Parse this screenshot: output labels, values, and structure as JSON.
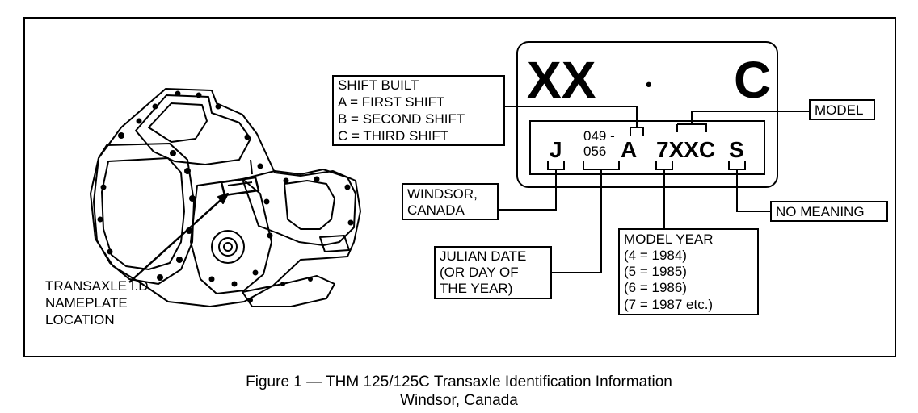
{
  "plate": {
    "top_left": "XX",
    "top_dot": "•",
    "top_right": "C",
    "code_plant": "J",
    "code_julian_top": "049 -",
    "code_julian_bottom": "056",
    "code_shift": "A",
    "code_model": "7XXC",
    "code_last": "S"
  },
  "labels": {
    "shift_built": [
      "SHIFT BUILT",
      "A  =  FIRST SHIFT",
      "B  =  SECOND SHIFT",
      "C  =  THIRD SHIFT"
    ],
    "model": "MODEL",
    "plant": [
      "WINDSOR,",
      "CANADA"
    ],
    "no_meaning": "NO MEANING",
    "julian": [
      "JULIAN DATE",
      "(OR DAY OF",
      "THE YEAR)"
    ],
    "model_year": [
      "MODEL YEAR",
      "(4  =  1984)",
      "(5  =  1985)",
      "(6  =  1986)",
      "(7  =  1987 etc.)"
    ],
    "nameplate": [
      "TRANSAXLE I.D.",
      "NAMEPLATE",
      "LOCATION"
    ]
  },
  "caption": {
    "line1": "Figure 1  —  THM 125/125C Transaxle Identification Information",
    "line2": "Windsor, Canada"
  }
}
